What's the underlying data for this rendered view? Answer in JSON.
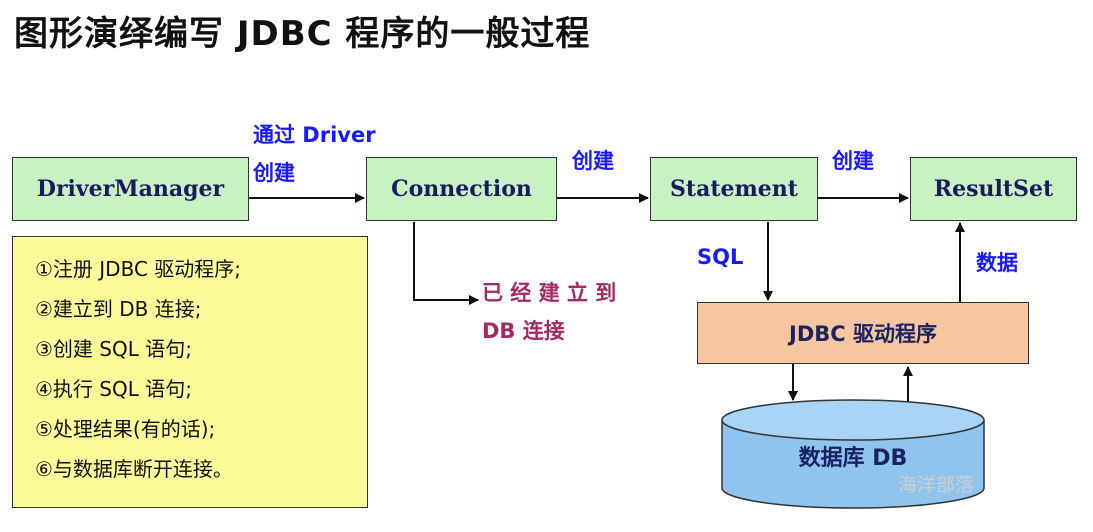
{
  "title": "图形演绎编写 JDBC 程序的一般过程",
  "boxes": {
    "driver_manager": "DriverManager",
    "connection": "Connection",
    "statement": "Statement",
    "resultset": "ResultSet",
    "jdbc_driver": "JDBC 驱动程序",
    "database": "数据库 DB"
  },
  "labels": {
    "via_driver_line1": "通过 Driver",
    "via_driver_line2": "创建",
    "create_stmt": "创建",
    "create_rs": "创建",
    "sql": "SQL",
    "data": "数据",
    "connected_line1": "已 经 建 立 到",
    "connected_line2": "DB 连接"
  },
  "steps": [
    "①注册 JDBC 驱动程序;",
    "②建立到 DB 连接;",
    "③创建 SQL 语句;",
    "④执行 SQL 语句;",
    "⑤处理结果(有的话);",
    "⑥与数据库断开连接。"
  ],
  "watermark": "海洋部落"
}
